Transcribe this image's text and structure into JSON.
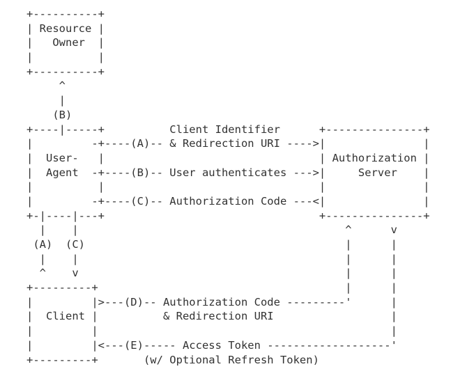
{
  "colors": {
    "text": "#323232",
    "background": "#ffffff"
  },
  "diagram": {
    "entities": [
      {
        "label": "Resource Owner"
      },
      {
        "label": "User-Agent"
      },
      {
        "label": "Authorization Server"
      },
      {
        "label": "Client"
      }
    ],
    "steps": [
      {
        "id": "(A)",
        "label": "Client Identifier & Redirection URI"
      },
      {
        "id": "(B)",
        "label": "User authenticates"
      },
      {
        "id": "(C)",
        "label": "Authorization Code"
      },
      {
        "id": "(D)",
        "label": "Authorization Code & Redirection URI"
      },
      {
        "id": "(E)",
        "label": "Access Token (w/ Optional Refresh Token)"
      }
    ],
    "lines": [
      "+----------+",
      "| Resource |",
      "|   Owner  |",
      "|          |",
      "+----------+",
      "     ^",
      "     |",
      "    (B)",
      "+----|-----+          Client Identifier      +---------------+",
      "|         -+----(A)-- & Redirection URI ---->|               |",
      "|  User-   |                                 | Authorization |",
      "|  Agent  -+----(B)-- User authenticates --->|     Server    |",
      "|          |                                 |               |",
      "|         -+----(C)-- Authorization Code ---<|               |",
      "+-|----|---+                                 +---------------+",
      "  |    |                                         ^      v",
      " (A)  (C)                                        |      |",
      "  |    |                                         |      |",
      "  ^    v                                         |      |",
      "+---------+                                      |      |",
      "|         |>---(D)-- Authorization Code ---------'      |",
      "|  Client |          & Redirection URI                  |",
      "|         |                                             |",
      "|         |<---(E)----- Access Token -------------------'",
      "+---------+       (w/ Optional Refresh Token)"
    ]
  }
}
